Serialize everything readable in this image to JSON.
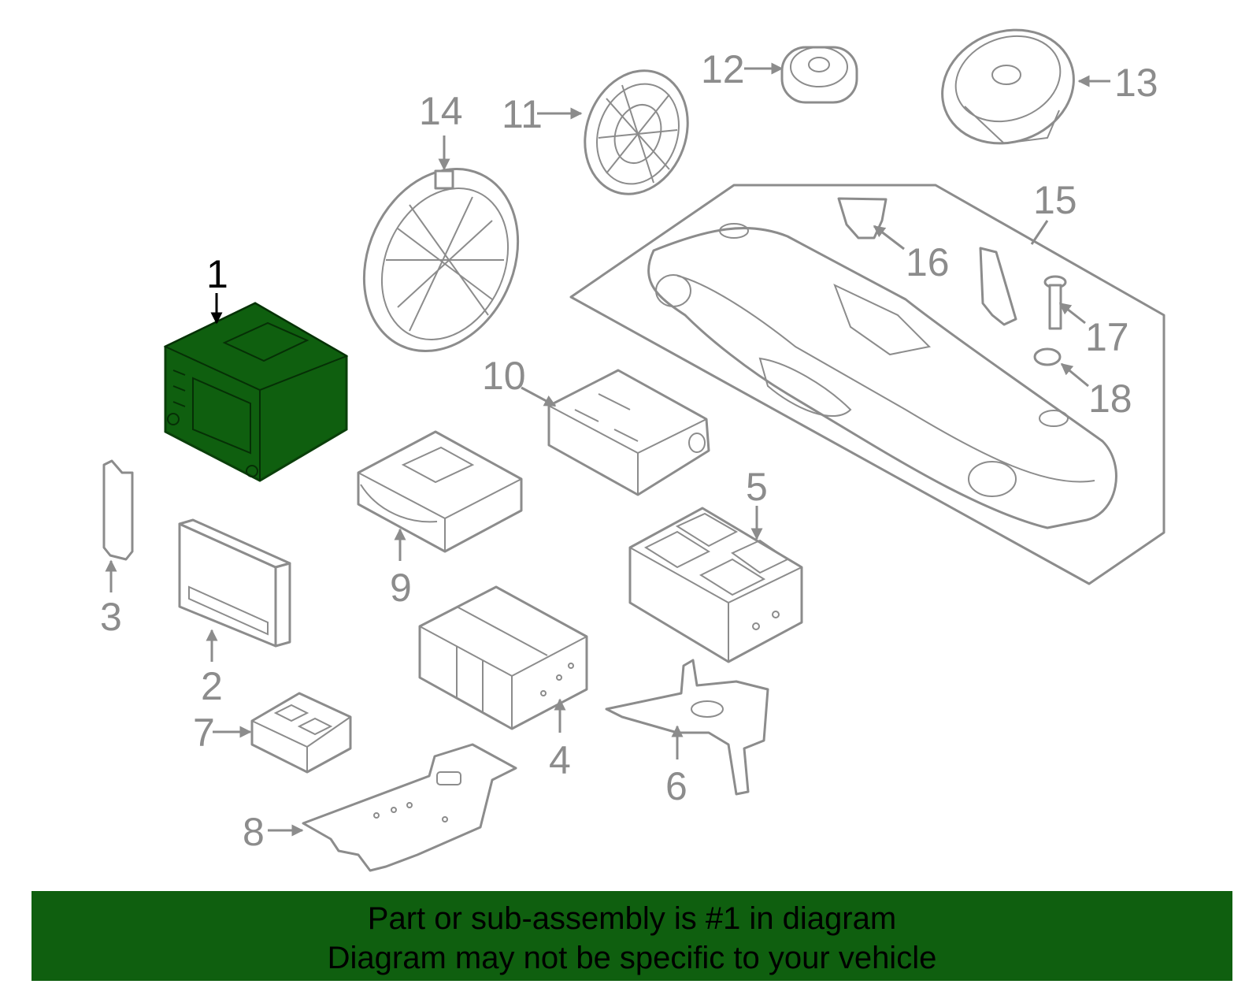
{
  "diagram": {
    "highlight_color": "#0f5f0f",
    "line_color": "#8c8c8c",
    "highlighted_part": "1",
    "callouts": [
      "1",
      "2",
      "3",
      "4",
      "5",
      "6",
      "7",
      "8",
      "9",
      "10",
      "11",
      "12",
      "13",
      "14",
      "15",
      "16",
      "17",
      "18"
    ]
  },
  "banner": {
    "background": "#0f5f0f",
    "line1": "Part or sub-assembly is #1 in diagram",
    "line2": "Diagram may not be specific to your vehicle"
  }
}
